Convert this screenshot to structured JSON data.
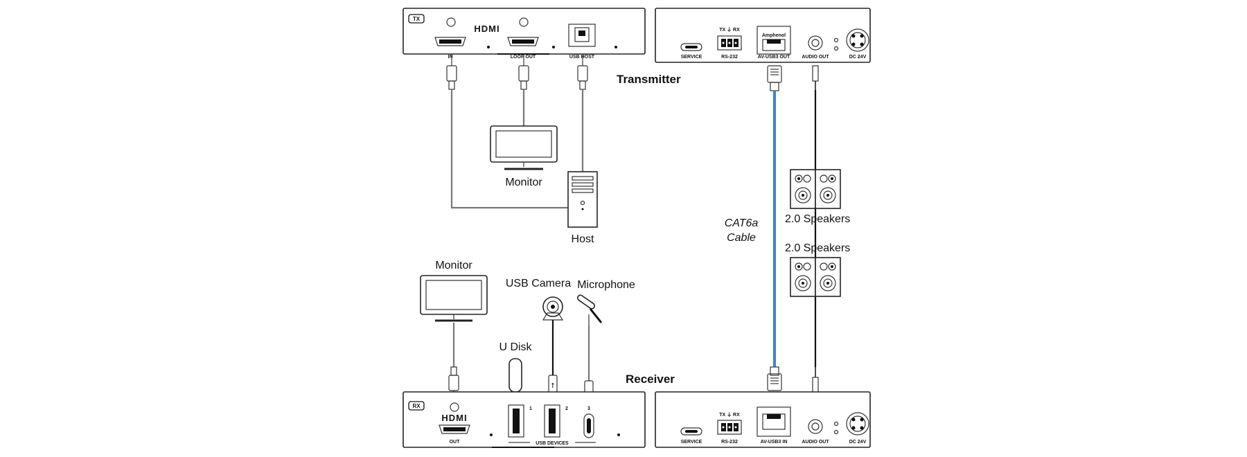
{
  "labels": {
    "transmitter": "Transmitter",
    "receiver": "Receiver",
    "monitor_tx": "Monitor",
    "host": "Host",
    "monitor_rx": "Monitor",
    "usb_camera": "USB Camera",
    "microphone": "Microphone",
    "u_disk": "U Disk",
    "speakers_1": "2.0 Speakers",
    "speakers_2": "2.0 Speakers",
    "cable_line1": "CAT6a",
    "cable_line2": "Cable"
  },
  "tx_front": {
    "tag": "TX",
    "logo": "HDMI",
    "port_in": "IN",
    "port_loop": "LOOP OUT",
    "port_usb_host": "USB HOST"
  },
  "tx_rear": {
    "service": "SERVICE",
    "rs232": "RS-232",
    "rs232_pins": "TX ⏚ RX",
    "av_port": "AV-USB3 OUT",
    "audio": "AUDIO OUT",
    "dc": "DC 24V",
    "brand": "Amphenol"
  },
  "rx_front": {
    "tag": "RX",
    "logo": "HDMI",
    "port_out": "OUT",
    "usb_devices": "USB DEVICES",
    "num1": "1",
    "num2": "2",
    "num3": "3"
  },
  "rx_rear": {
    "service": "SERVICE",
    "rs232": "RS-232",
    "rs232_pins": "TX ⏚ RX",
    "av_port": "AV-USB3 IN",
    "audio": "AUDIO OUT",
    "dc": "DC 24V"
  },
  "colors": {
    "cat6a": "#3b86c6",
    "device_outline": "#222222",
    "cable_gray": "#777777"
  }
}
